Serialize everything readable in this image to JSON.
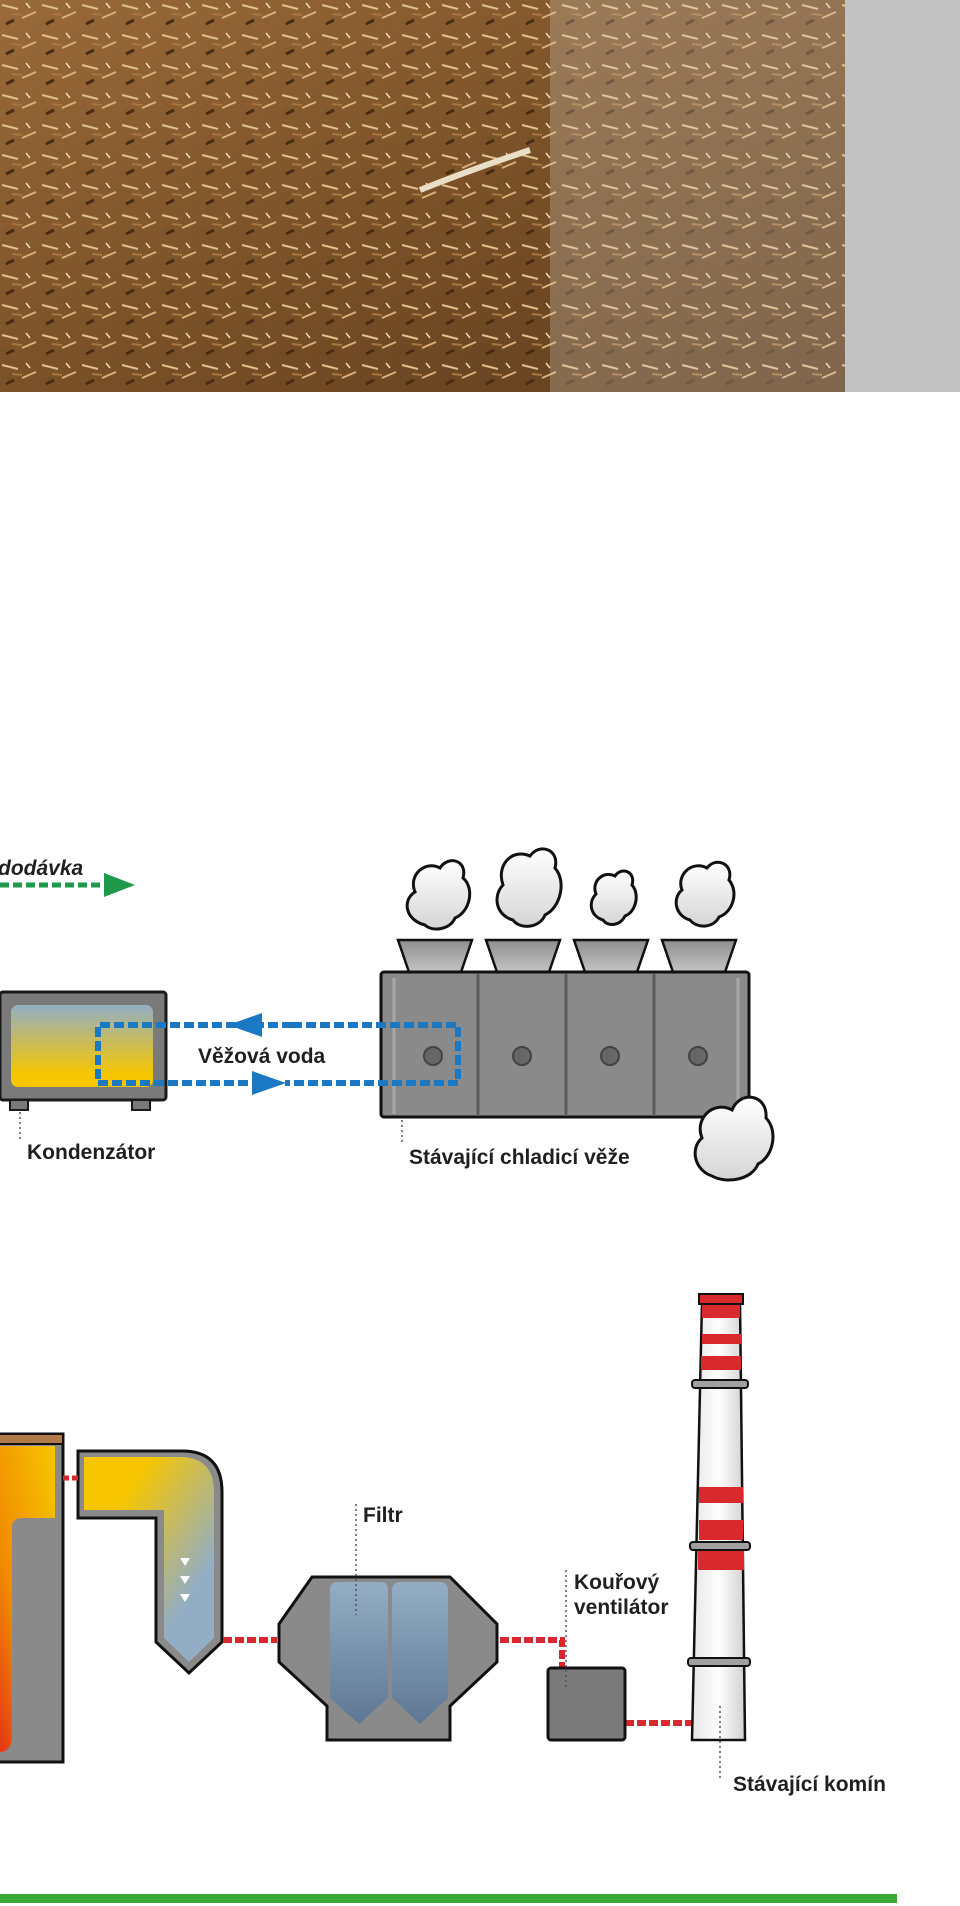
{
  "labels": {
    "heat_supply": "dodávka",
    "tower_water": "Věžová voda",
    "condenser": "Kondenzátor",
    "cooling_towers": "Stávající chladicí věže",
    "filter": "Filtr",
    "fan_line1": "Kouřový",
    "fan_line2": "ventilátor",
    "chimney": "Stávající komín"
  },
  "colors": {
    "tower_water": "#1b78c2",
    "heat_supply": "#1f9a4a",
    "flue_gas": "#d9282e",
    "metal": "#8a8a8a",
    "accent": "#3aa935"
  }
}
